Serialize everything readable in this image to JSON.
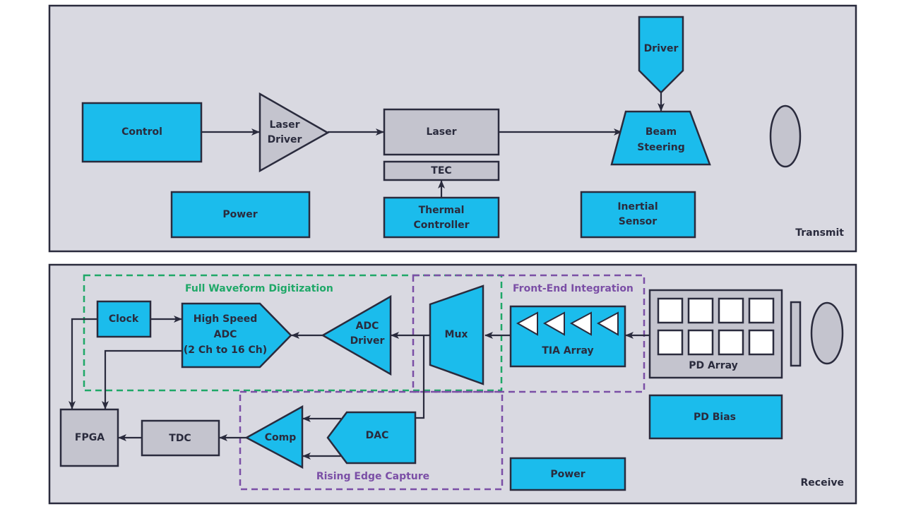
{
  "colors": {
    "panel_bg": "#d9d9e1",
    "border": "#2a2b3d",
    "block_blue": "#1bbcec",
    "block_gray": "#c4c4ce",
    "full_waveform_green": "#1fa868",
    "purple_group": "#7b4fa6",
    "white": "#ffffff"
  },
  "transmit": {
    "panel_label": "Transmit",
    "blocks": {
      "control": "Control",
      "laser_driver": [
        "Laser",
        "Driver"
      ],
      "laser": "Laser",
      "tec": "TEC",
      "thermal_controller": [
        "Thermal",
        "Controller"
      ],
      "power": "Power",
      "driver": "Driver",
      "beam_steering": [
        "Beam",
        "Steering"
      ],
      "inertial_sensor": [
        "Inertial",
        "Sensor"
      ]
    }
  },
  "receive": {
    "panel_label": "Receive",
    "groups": {
      "full_waveform": "Full Waveform Digitization",
      "front_end": "Front-End Integration",
      "rising_edge": "Rising Edge Capture"
    },
    "blocks": {
      "clock": "Clock",
      "high_speed_adc": [
        "High Speed",
        "ADC",
        "(2 Ch to 16 Ch)"
      ],
      "adc_driver": [
        "ADC",
        "Driver"
      ],
      "mux": "Mux",
      "tia_array": "TIA Array",
      "pd_array": "PD Array",
      "pd_bias": "PD Bias",
      "fpga": "FPGA",
      "tdc": "TDC",
      "comp": "Comp",
      "dac": "DAC",
      "power": "Power"
    },
    "pd_array_cells": {
      "rows": 2,
      "cols": 4
    },
    "tia_amplifiers": 4
  }
}
